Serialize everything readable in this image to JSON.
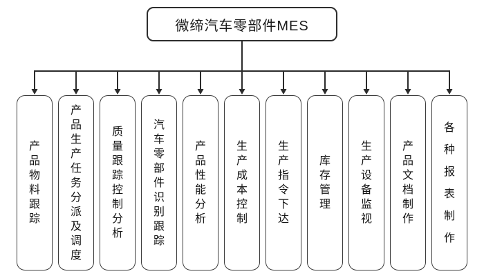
{
  "root": {
    "label": "微缔汽车零部件MES"
  },
  "boxes": [
    {
      "label": "产品物料跟踪"
    },
    {
      "label": "产品生产任务分派及调度"
    },
    {
      "label": "质量跟踪控制分析"
    },
    {
      "label": "汽车零部件识别跟踪"
    },
    {
      "label": "产品性能分析"
    },
    {
      "label": "生产成本控制"
    },
    {
      "label": "生产指令下达"
    },
    {
      "label": "库存管理"
    },
    {
      "label": "生产设备监视"
    },
    {
      "label": "产品文档制作"
    },
    {
      "label": "各 种 报 表 制 作"
    }
  ],
  "colors": {
    "line": "#2b2b2b",
    "box_border": "#3a3a3a",
    "text": "#141414",
    "background": "#ffffff"
  }
}
